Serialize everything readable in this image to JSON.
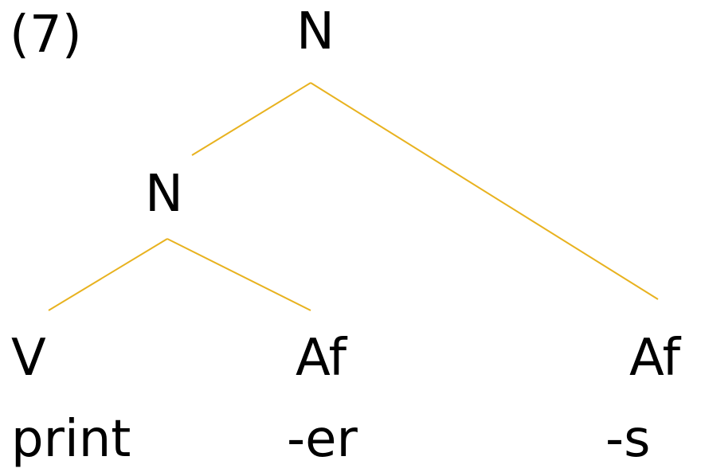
{
  "example_number": "(7)",
  "edge_color": "#E8B21F",
  "tree": {
    "root": {
      "label": "N"
    },
    "inner": {
      "label": "N"
    },
    "leaves": [
      {
        "category": "V",
        "form": "print"
      },
      {
        "category": "Af",
        "form": "-er"
      },
      {
        "category": "Af",
        "form": "-s"
      }
    ]
  }
}
